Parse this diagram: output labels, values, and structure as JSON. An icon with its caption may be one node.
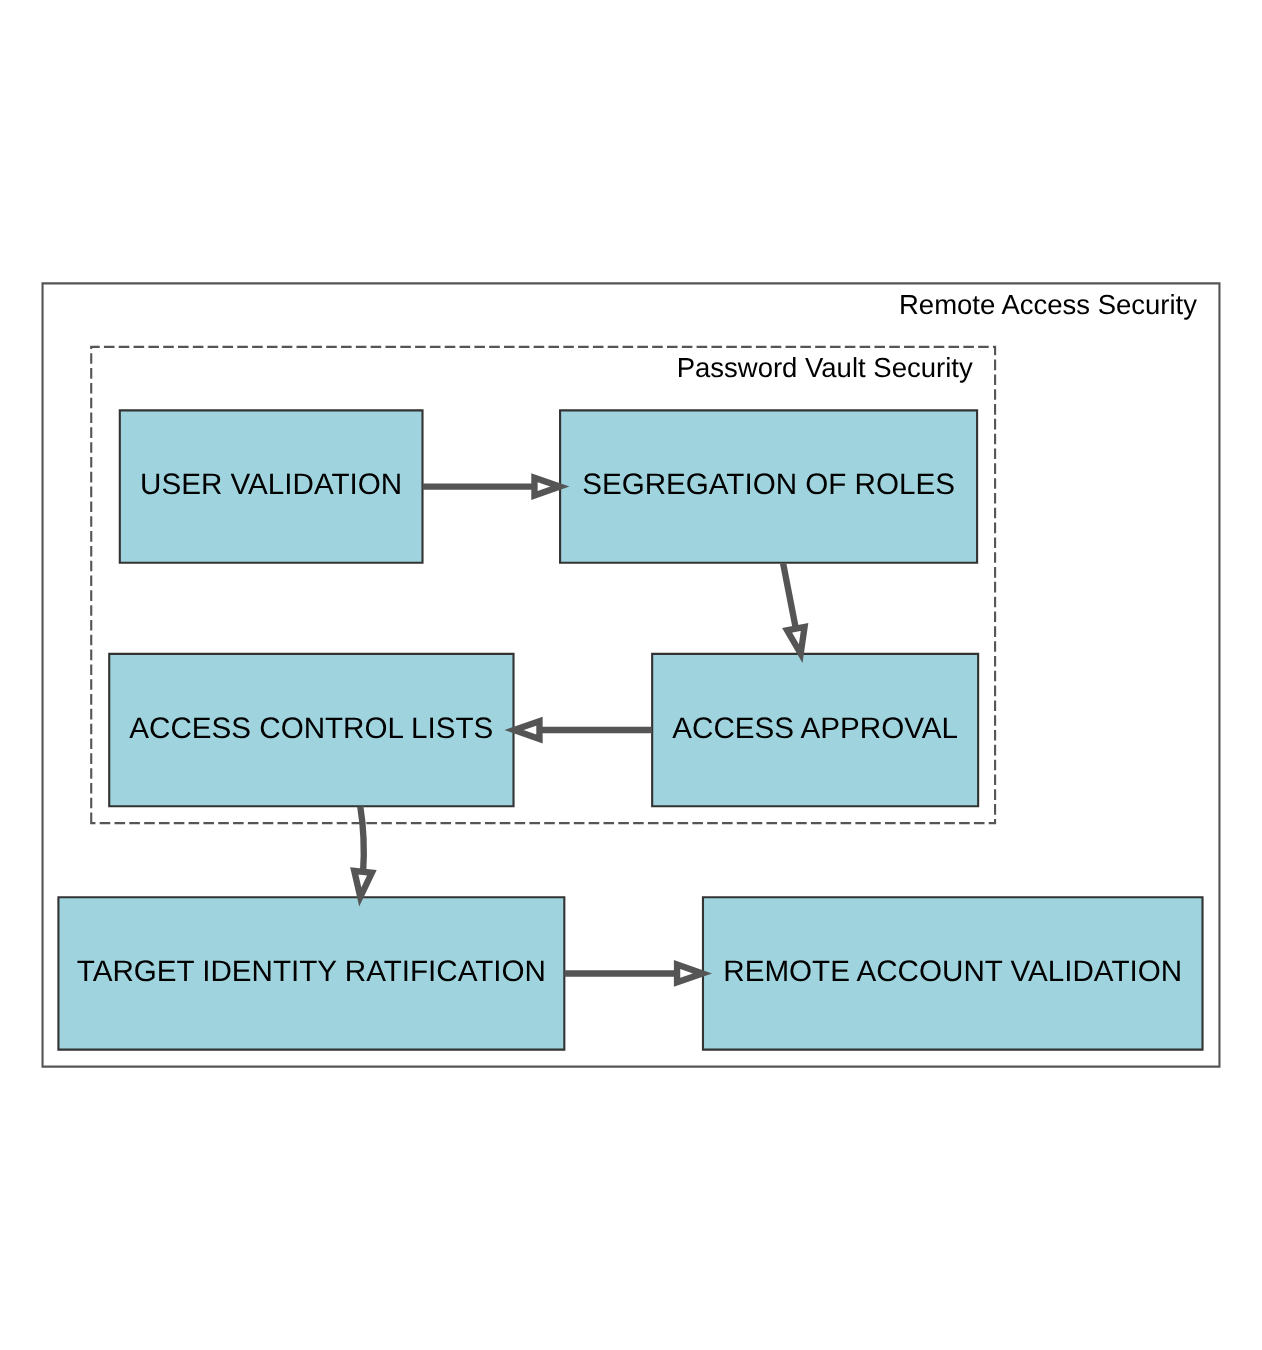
{
  "diagram": {
    "nodes": [
      {
        "text": [
          "Remote Access Security"
        ]
      },
      {
        "text": [
          "Password Vault Security"
        ],
        "in": 0
      },
      {
        "text": [
          "USER VALIDATION"
        ],
        "in": 1
      },
      {
        "text": [
          "SEGREGATION OF ROLES"
        ],
        "in": 1
      },
      {
        "text": [
          "ACCESS APPROVAL"
        ],
        "in": 1
      },
      {
        "text": [
          "ACCESS CONTROL LISTS"
        ],
        "in": 1
      },
      {
        "text": [
          "TARGET IDENTITY RATIFICATION"
        ],
        "in": 0
      },
      {
        "text": [
          "REMOTE ACCOUNT VALIDATION"
        ],
        "in": 0
      }
    ],
    "edges": [
      {
        "from": 2,
        "to": 3,
        "arrow": "to"
      },
      {
        "from": 3,
        "to": 4,
        "arrow": "to"
      },
      {
        "from": 4,
        "to": 5,
        "arrow": "to"
      },
      {
        "from": 5,
        "to": 6,
        "arrow": "to"
      },
      {
        "from": 6,
        "to": 7,
        "arrow": "to"
      }
    ]
  }
}
